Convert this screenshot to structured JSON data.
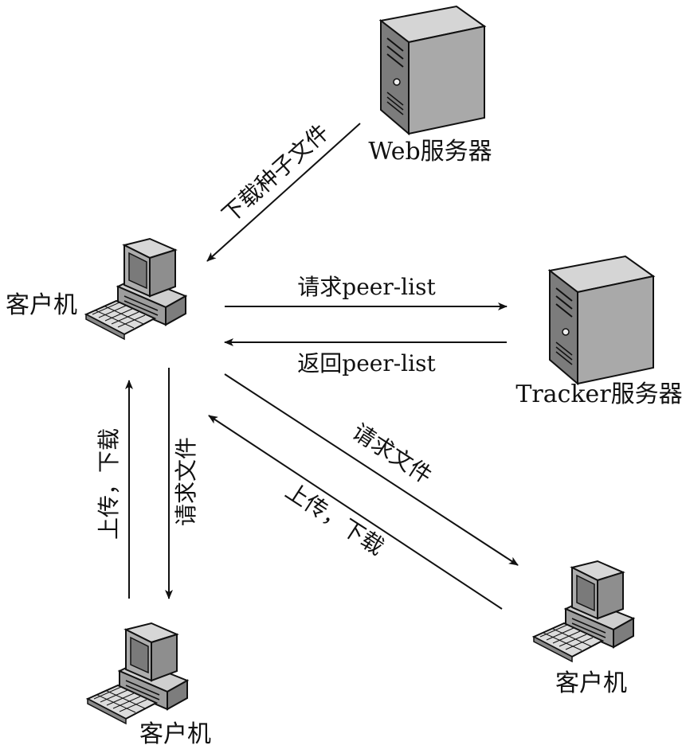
{
  "nodes": {
    "web_server": "Web服务器",
    "tracker_server": "Tracker服务器",
    "client_main": "客户机",
    "client_right": "客户机",
    "client_bottom": "客户机"
  },
  "edges": {
    "download_torrent": "下载种子文件",
    "request_peer_list": "请求peer-list",
    "return_peer_list": "返回peer-list",
    "request_file_right": "请求文件",
    "upload_download_right": "上传，下载",
    "upload_download_left": "上传，下载",
    "request_file_down": "请求文件"
  },
  "colors": {
    "line": "#111111",
    "server_body": "#9a9a9a",
    "server_light": "#d8d8d8",
    "pc_body": "#a8a8a8",
    "screen": "#7a7a7a"
  }
}
